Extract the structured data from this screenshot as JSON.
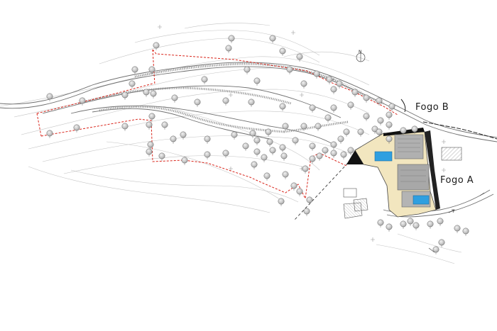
{
  "labels": {
    "fogo_b": "Fogo B",
    "fogo_a": "Fogo A",
    "north": "N"
  },
  "colors": {
    "boundary": "#d9261c",
    "terrace_fill": "#f2e6bf",
    "pool": "#2f9fe0",
    "roof": "#a9a9a9",
    "contour": "#bdbdbd",
    "road": "#777777",
    "tree": "#b8b8b8"
  },
  "icons": [
    "north-arrow-icon",
    "tree-symbol-icon"
  ]
}
